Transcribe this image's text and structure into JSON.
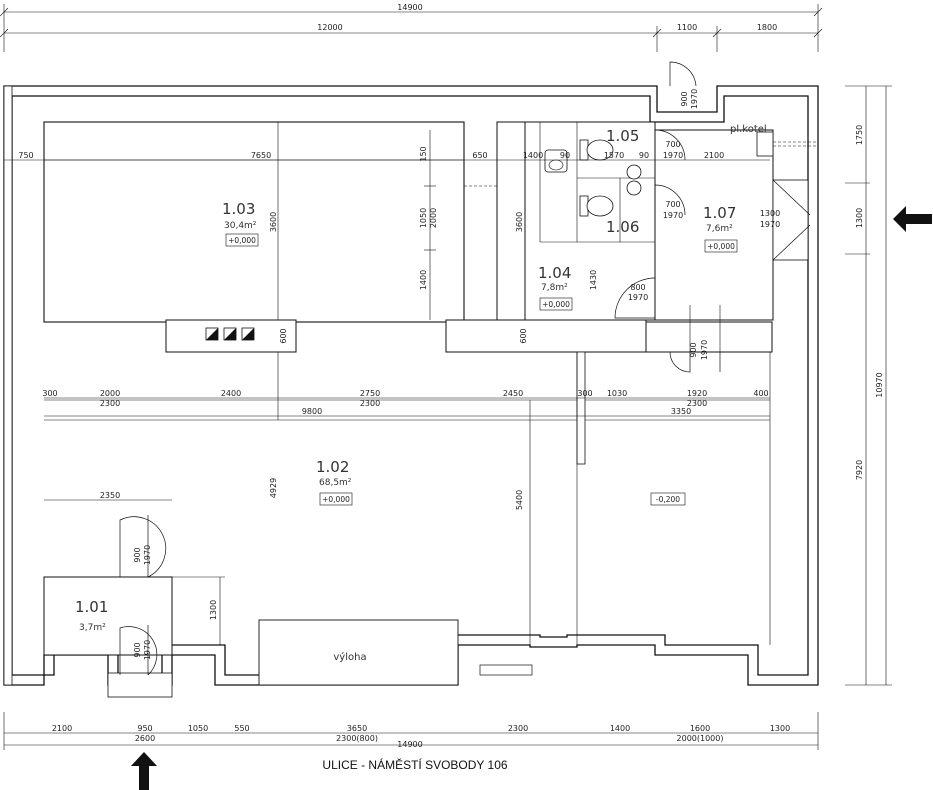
{
  "dimensions_top": {
    "overall": "14900",
    "segments": [
      "12000",
      "1100",
      "1800"
    ]
  },
  "dimensions_interior": {
    "row1": [
      "750",
      "7650",
      "650",
      "1400",
      "90",
      "1570",
      "90",
      "2100"
    ],
    "vert_1_03": [
      "150",
      "1050",
      "2000",
      "1400",
      "3600"
    ],
    "vert_1_04": [
      "3600",
      "1430"
    ],
    "mid_row": [
      "300",
      "2000",
      "2400",
      "2750",
      "2450",
      "300",
      "1030",
      "1920",
      "400"
    ],
    "mid_row2": [
      "2300",
      "2300",
      "2300"
    ],
    "mid_row3": [
      "9800",
      "3350"
    ],
    "wall_600": [
      "600",
      "600"
    ],
    "vert_1_02": [
      "4929",
      "5400"
    ],
    "room_1_01": [
      "2350",
      "1300"
    ]
  },
  "dimensions_right": [
    "1750",
    "1300",
    "10970",
    "7920"
  ],
  "dimensions_bottom": {
    "segments": [
      "2100",
      "950",
      "1050",
      "550",
      "3650",
      "2300",
      "1400",
      "1600",
      "1300"
    ],
    "row2": [
      "2600",
      "2300(800)",
      "2000(1000)"
    ],
    "overall": "14900"
  },
  "doors": [
    {
      "w": "900",
      "h": "1970"
    },
    {
      "w": "700",
      "h": "1970"
    },
    {
      "w": "700",
      "h": "1970"
    },
    {
      "w": "1300",
      "h": "1970"
    },
    {
      "w": "800",
      "h": "1970"
    },
    {
      "w": "900",
      "h": "1970"
    },
    {
      "w": "900",
      "h": "1970"
    },
    {
      "w": "900",
      "h": "1970"
    }
  ],
  "rooms": [
    {
      "id": "1.03",
      "area": "30,4m²",
      "level": "+0,000"
    },
    {
      "id": "1.05"
    },
    {
      "id": "1.06"
    },
    {
      "id": "1.07",
      "area": "7,6m²",
      "level": "+0,000"
    },
    {
      "id": "1.04",
      "area": "7,8m²",
      "level": "+0,000"
    },
    {
      "id": "1.02",
      "area": "68,5m²",
      "level": "+0,000"
    },
    {
      "id": "1.01",
      "area": "3,7m²"
    }
  ],
  "level_right": "-0,200",
  "label_boiler": "pl.kotel",
  "label_window": "výloha",
  "street": "ULICE - NÁMĚSTÍ SVOBODY 106",
  "arrows": [
    "entry-arrow-right",
    "entry-arrow-bottom"
  ]
}
